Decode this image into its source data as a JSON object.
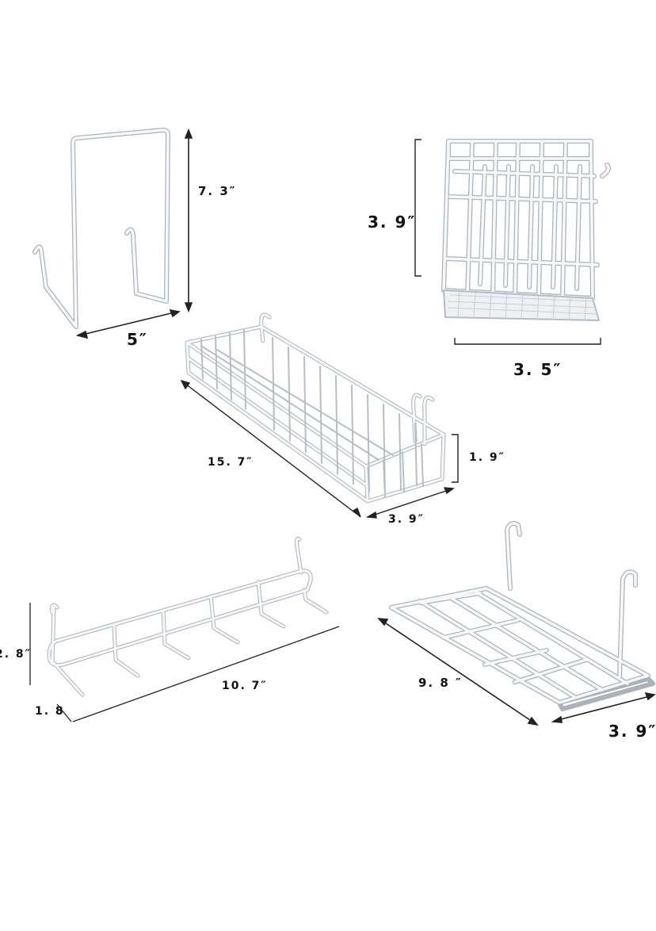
{
  "items": {
    "wall_hook": {
      "height": "7. 3″",
      "width": "5″"
    },
    "cup_basket": {
      "height": "3. 9″",
      "width": "3. 5″"
    },
    "long_basket": {
      "length": "15. 7″",
      "height": "1. 9″",
      "depth": "3. 9″"
    },
    "hook_rail": {
      "height": "2. 8″",
      "depth": "1. 8",
      "length": "10. 7″"
    },
    "flat_shelf": {
      "length": "9. 8 ″",
      "width": "3. 9″"
    }
  },
  "colors": {
    "wire": "#f4f6f8",
    "wire_edge": "#b9c0c8",
    "dim_line": "#222222",
    "text": "#111111"
  }
}
